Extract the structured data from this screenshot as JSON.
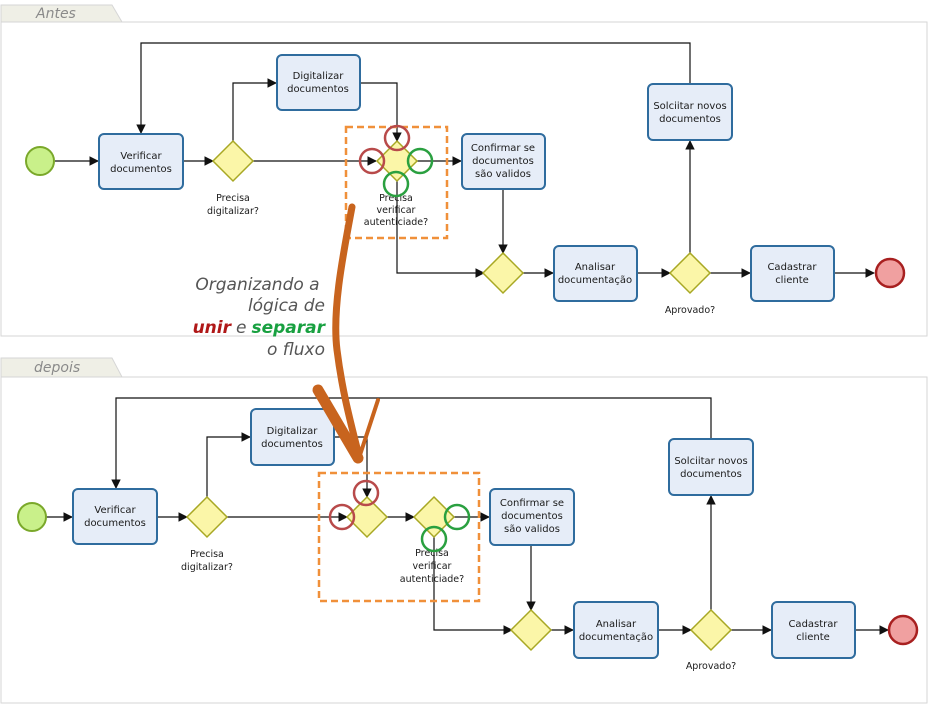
{
  "colors": {
    "task_fill": "#e6edf8",
    "task_stroke": "#2f6c9e",
    "gateway_fill": "#fbf6a8",
    "gateway_stroke": "#a8a824",
    "start_fill": "#c9f08a",
    "start_stroke": "#7aa82a",
    "end_fill": "#f0a0a0",
    "end_stroke": "#a82020",
    "highlight_box": "#f0903a",
    "merge_circle": "#b84a4a",
    "split_circle": "#2aa040",
    "big_arrow": "#c8641e",
    "annotation_text": "#555555",
    "word_join": "#b01818",
    "word_split": "#18a040"
  },
  "panels": {
    "before": {
      "label": "Antes"
    },
    "after": {
      "label": "depois"
    }
  },
  "before": {
    "verificar": [
      "Verificar",
      "documentos"
    ],
    "digitalizar": [
      "Digitalizar",
      "documentos"
    ],
    "confirmar": [
      "Confirmar se",
      "documentos",
      "são validos"
    ],
    "analisar": [
      "Analisar",
      "documentação"
    ],
    "cadastrar": [
      "Cadastrar",
      "cliente"
    ],
    "solicitar": [
      "Solciitar novos",
      "documentos"
    ],
    "gw_digitalizar": [
      "Precisa",
      "digitalizar?"
    ],
    "gw_verificar": [
      "Precisa",
      "verificar",
      "autenticiade?"
    ],
    "gw_aprovado": [
      "Aprovado?"
    ]
  },
  "after": {
    "verificar": [
      "Verificar",
      "documentos"
    ],
    "digitalizar": [
      "Digitalizar",
      "documentos"
    ],
    "confirmar": [
      "Confirmar se",
      "documentos",
      "são validos"
    ],
    "analisar": [
      "Analisar",
      "documentação"
    ],
    "cadastrar": [
      "Cadastrar",
      "cliente"
    ],
    "solicitar": [
      "Solciitar novos",
      "documentos"
    ],
    "gw_digitalizar": [
      "Precisa",
      "digitalizar?"
    ],
    "gw_verificar": [
      "Precisa",
      "verificar",
      "autenticiade?"
    ],
    "gw_aprovado": [
      "Aprovado?"
    ]
  },
  "annotation": {
    "line1": "Organizando a",
    "line2": "lógica de",
    "word_join": "unir",
    "word_and": "e",
    "word_split": "separar",
    "line4": "o fluxo"
  }
}
